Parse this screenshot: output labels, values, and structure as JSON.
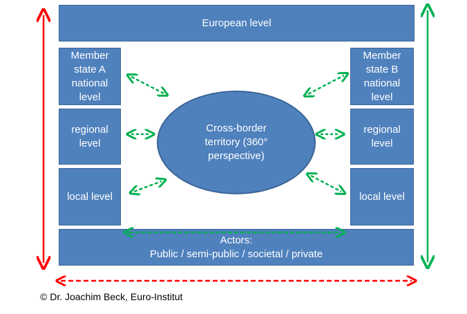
{
  "european_level": "European level",
  "member_state_a": {
    "national": "Member state A national level",
    "regional": "regional level",
    "local": "local level"
  },
  "member_state_b": {
    "national": "Member state B national level",
    "regional": "regional level",
    "local": "local level"
  },
  "center": "Cross-border territory (360° perspective)",
  "actors": {
    "title": "Actors:",
    "list": "Public / semi-public / societal / private"
  },
  "copyright": "© Dr. Joachim Beck, Euro-Institut",
  "colors": {
    "box_fill": "#4f81bd",
    "box_border": "#3b6496",
    "red_arrow": "#ff0000",
    "green_arrow": "#00b050",
    "green_dashed": "#00b050",
    "red_dashed": "#ff0000"
  }
}
